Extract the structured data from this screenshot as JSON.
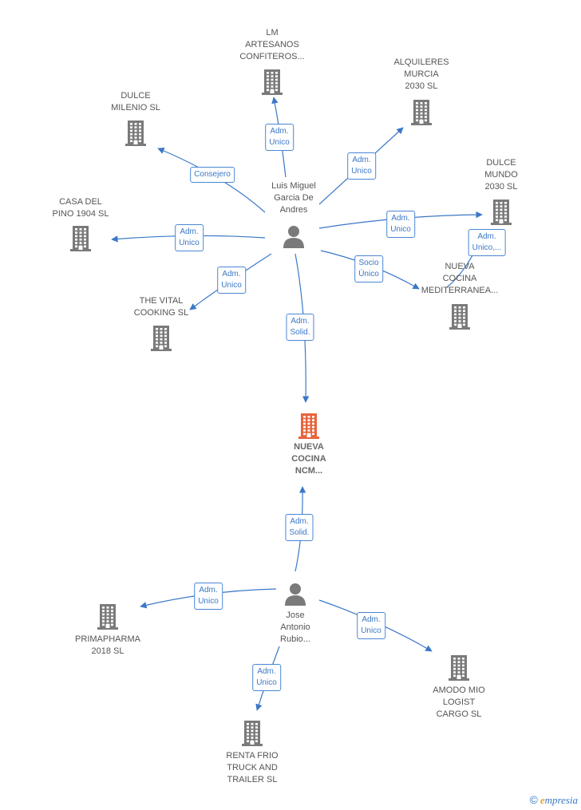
{
  "colors": {
    "edge": "#3b78c8",
    "building": "#7a7a7a",
    "building_focus": "#e8643c",
    "person": "#7a7a7a"
  },
  "people": [
    {
      "id": "luis",
      "label": "Luis Miguel\nGarcia De\nAndres"
    },
    {
      "id": "jose",
      "label": "Jose\nAntonio\nRubio..."
    }
  ],
  "companies": [
    {
      "id": "lm",
      "label": "LM\nARTESANOS\nCONFITEROS..."
    },
    {
      "id": "alq",
      "label": "ALQUILERES\nMURCIA\n2030  SL"
    },
    {
      "id": "dulcemil",
      "label": "DULCE\nMILENIO  SL"
    },
    {
      "id": "dulcemun",
      "label": "DULCE\nMUNDO\n2030  SL"
    },
    {
      "id": "casa",
      "label": "CASA DEL\nPINO 1904  SL"
    },
    {
      "id": "nuevamed",
      "label": "NUEVA\nCOCINA\nMEDITERRANEA..."
    },
    {
      "id": "vital",
      "label": "THE VITAL\nCOOKING  SL"
    },
    {
      "id": "ncm",
      "label": "NUEVA\nCOCINA\nNCM...",
      "focus": true
    },
    {
      "id": "prima",
      "label": "PRIMAPHARMA\n2018  SL"
    },
    {
      "id": "amodo",
      "label": "AMODO MIO\nLOGIST\nCARGO  SL"
    },
    {
      "id": "renta",
      "label": "RENTA FRIO\nTRUCK AND\nTRAILER  SL"
    }
  ],
  "relations": [
    {
      "from": "luis",
      "to": "lm",
      "label": "Adm.\nUnico"
    },
    {
      "from": "luis",
      "to": "alq",
      "label": "Adm.\nUnico"
    },
    {
      "from": "luis",
      "to": "dulcemil",
      "label": "Consejero"
    },
    {
      "from": "luis",
      "to": "dulcemun",
      "label": "Adm.\nUnico"
    },
    {
      "from": "luis",
      "to": "dulcemun",
      "label": "Adm.\nUnico,..."
    },
    {
      "from": "luis",
      "to": "casa",
      "label": "Adm.\nUnico"
    },
    {
      "from": "luis",
      "to": "nuevamed",
      "label": "Socio\nÚnico"
    },
    {
      "from": "luis",
      "to": "vital",
      "label": "Adm.\nUnico"
    },
    {
      "from": "luis",
      "to": "ncm",
      "label": "Adm.\nSolid."
    },
    {
      "from": "jose",
      "to": "ncm",
      "label": "Adm.\nSolid."
    },
    {
      "from": "jose",
      "to": "prima",
      "label": "Adm.\nUnico"
    },
    {
      "from": "jose",
      "to": "amodo",
      "label": "Adm.\nUnico"
    },
    {
      "from": "jose",
      "to": "renta",
      "label": "Adm.\nUnico"
    }
  ],
  "footer": {
    "copyright": "©",
    "brand_first": "e",
    "brand_rest": "mpresia"
  }
}
